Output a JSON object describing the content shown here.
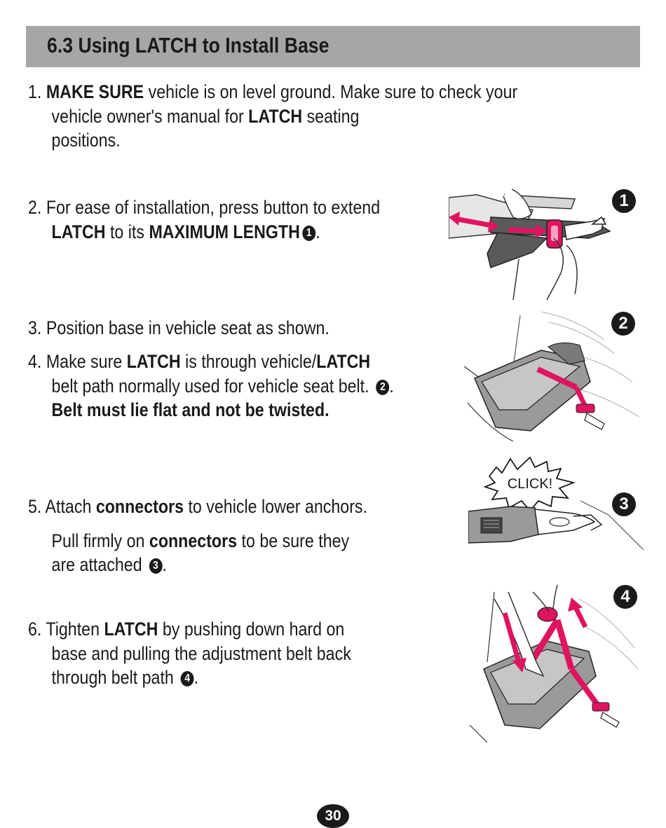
{
  "header": {
    "title": "6.3 Using LATCH to Install Base"
  },
  "steps": [
    {
      "num": "1.",
      "t1": "MAKE SURE",
      "t2": " vehicle is on level ground. Make sure to check your",
      "l2a": "vehicle owner's manual for ",
      "l2b": "LATCH",
      "l2c": " seating",
      "l3": "positions."
    },
    {
      "num": "2.",
      "l1": " For ease of installation, press button to extend",
      "l2a": "LATCH",
      "l2b": " to its ",
      "l2c": "MAXIMUM LENGTH",
      "ref": "1",
      "l2d": "."
    },
    {
      "num": "3.",
      "l1": " Position base in vehicle seat as shown."
    },
    {
      "num": "4.",
      "l1a": " Make sure ",
      "l1b": "LATCH",
      "l1c": " is through vehicle/",
      "l1d": "LATCH",
      "l2": "belt path normally used for vehicle seat belt. ",
      "ref": "2",
      "l2e": ".",
      "l3": "Belt must lie flat and not be twisted."
    },
    {
      "num": "5.",
      "l1a": " Attach ",
      "l1b": "connectors",
      "l1c": " to vehicle lower anchors.",
      "l2a": "Pull firmly on ",
      "l2b": "connectors",
      "l2c": " to be sure they",
      "l3": "are attached ",
      "ref": "3",
      "l3e": "."
    },
    {
      "num": "6.",
      "l1a": " Tighten ",
      "l1b": "LATCH",
      "l1c": " by pushing down hard on",
      "l2": "base and pulling the adjustment belt back",
      "l3": "through belt path ",
      "ref": "4",
      "l3e": "."
    }
  ],
  "figures": [
    {
      "number": "1"
    },
    {
      "number": "2"
    },
    {
      "number": "3",
      "callout": "CLICK!"
    },
    {
      "number": "4"
    }
  ],
  "page_number": "30",
  "colors": {
    "header_bg": "#a6a6a6",
    "accent": "#e0135f",
    "base_gray": "#9a9a9a",
    "ink": "#1a1a1a"
  }
}
